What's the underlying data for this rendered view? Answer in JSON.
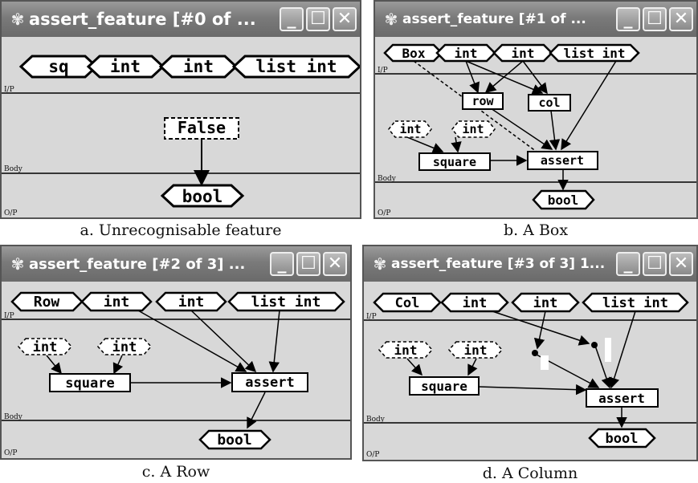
{
  "panels": [
    {
      "title": "assert_feature [#0 of ...",
      "caption": "a. Unrecognisable feature",
      "inputs": [
        "sq",
        "int",
        "int",
        "list int"
      ],
      "body_nodes": [
        "False"
      ],
      "output": "bool",
      "sections": {
        "io": "I/P",
        "body": "Body",
        "op": "O/P"
      }
    },
    {
      "title": "assert_feature [#1 of ...",
      "caption": "b. A Box",
      "inputs": [
        "Box",
        "int",
        "int",
        "list int"
      ],
      "body_nodes": [
        "row",
        "col",
        "int",
        "int",
        "square",
        "assert"
      ],
      "output": "bool",
      "sections": {
        "io": "I/P",
        "body": "Body",
        "op": "O/P"
      }
    },
    {
      "title": "assert_feature [#2 of 3] ...",
      "caption": "c. A Row",
      "inputs": [
        "Row",
        "int",
        "int",
        "list int"
      ],
      "body_nodes": [
        "int",
        "int",
        "square",
        "assert"
      ],
      "output": "bool",
      "sections": {
        "io": "I/P",
        "body": "Body",
        "op": "O/P"
      }
    },
    {
      "title": "assert_feature [#3 of 3] 1...",
      "caption": "d. A Column",
      "inputs": [
        "Col",
        "int",
        "int",
        "list int"
      ],
      "body_nodes": [
        "int",
        "int",
        "square",
        "assert"
      ],
      "output": "bool",
      "sections": {
        "io": "I/P",
        "body": "Body",
        "op": "O/P"
      }
    }
  ],
  "window_buttons": {
    "minimize": "minimize-icon",
    "maximize": "maximize-icon",
    "close": "close-icon"
  },
  "colors": {
    "titlebar": "#7a7a7a",
    "window_bg": "#d8d8d8",
    "node_fill": "#ffffff",
    "line": "#000000"
  }
}
